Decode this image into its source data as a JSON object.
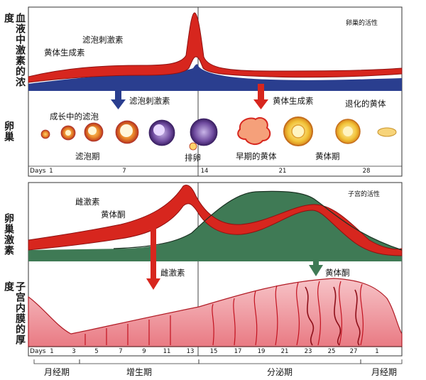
{
  "top_panel": {
    "title": "卵巢的活性",
    "y_label": "血液中激素的浓度",
    "ovary_label": "卵巢",
    "hormone_labels": {
      "lh": "黄体生成素",
      "fsh": "滤泡刺激素"
    },
    "arrow_labels": {
      "fsh": "滤泡刺激素",
      "lh": "黄体生成素"
    },
    "stage_labels": {
      "growing_follicle": "成长中的滤泡",
      "follicular_phase": "滤泡期",
      "ovulation": "排卵",
      "early_corpus_luteum": "早期的黄体",
      "luteal_phase": "黄体期",
      "degenerating_corpus_luteum": "退化的黄体"
    },
    "days_label": "Days",
    "days": [
      "1",
      "7",
      "14",
      "21",
      "28"
    ]
  },
  "bottom_panel": {
    "title": "子宫的活性",
    "y_label_ovarian": "卵巢激素",
    "y_label_endometrium": "子宫内膜的厚度",
    "hormone_labels": {
      "estrogen": "雌激素",
      "progesterone": "黄体酮"
    },
    "arrow_labels": {
      "estrogen": "雌激素",
      "progesterone": "黄体酮"
    },
    "days_label": "Days",
    "days": [
      "1",
      "3",
      "5",
      "7",
      "9",
      "11",
      "13",
      "15",
      "17",
      "19",
      "21",
      "23",
      "25",
      "27",
      "1"
    ],
    "phases": [
      "月经期",
      "增生期",
      "分泌期",
      "月经期"
    ]
  },
  "colors": {
    "red": "#d7261e",
    "dark_red": "#9c1414",
    "blue": "#2a3e8f",
    "green": "#3f7a55",
    "pink": "#f4aeb4"
  }
}
